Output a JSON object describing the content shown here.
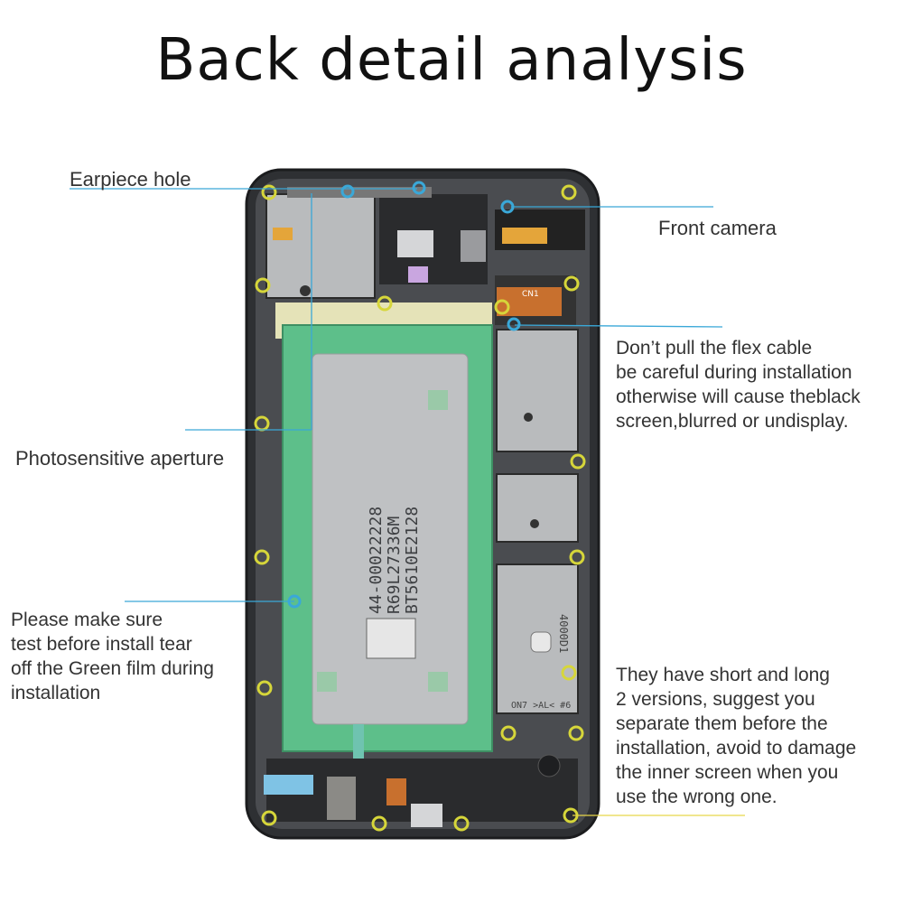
{
  "title": "Back detail analysis",
  "callouts": {
    "earpiece": "Earpiece hole",
    "front_camera": "Front camera",
    "photosensitive": "Photosensitive aperture",
    "flex_cable": [
      "Don’t pull the flex cable",
      "be careful during installation",
      "otherwise will cause theblack",
      "screen,blurred or undisplay."
    ],
    "green_film": [
      "Please make sure",
      "test before install tear",
      "off the Green film during",
      "installation"
    ],
    "versions": [
      "They have short and long",
      "2 versions, suggest you",
      "separate them before the",
      "installation, avoid to damage",
      "the inner screen when you",
      "use the wrong one."
    ]
  },
  "board_text": {
    "part_lines": [
      "44-00022228",
      "R69L27336M",
      "BT5610E2128"
    ],
    "connector": "CN1",
    "side_code": "4000D1",
    "bottom_code": "ON7 >AL< #6"
  },
  "colors": {
    "frame": "#3b3d40",
    "green_film": "#5dbf8a",
    "plate": "#bfc1c3",
    "leader_blue": "#3aa8d8",
    "leader_yellow": "#e8d64a",
    "screw_ring": "#d6d63a"
  }
}
